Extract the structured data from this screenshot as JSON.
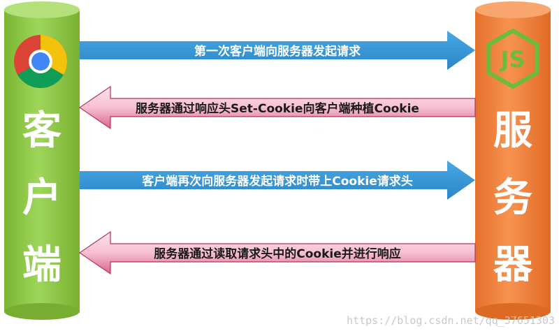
{
  "client": {
    "title": "客户端",
    "icon": "chrome-icon",
    "color": "#8cc63f"
  },
  "server": {
    "title": "服务器",
    "icon": "nodejs-icon",
    "color": "#f07f34"
  },
  "messages": [
    {
      "text": "第一次客户端向服务器发起请求",
      "direction": "right",
      "style": "blue"
    },
    {
      "text": "服务器通过响应头Set-Cookie向客户端种植Cookie",
      "direction": "left",
      "style": "pink"
    },
    {
      "text": "客户端再次向服务器发起请求时带上Cookie请求头",
      "direction": "right",
      "style": "blue"
    },
    {
      "text": "服务器通过读取请求头中的Cookie并进行响应",
      "direction": "left",
      "style": "pink"
    }
  ],
  "colors": {
    "blue_arrow": "#3a98d8",
    "pink_arrow": "#f4b3c7",
    "pink_arrow_edge": "#b4325f"
  },
  "watermark": "https://blog.csdn.net/qq_37651303"
}
